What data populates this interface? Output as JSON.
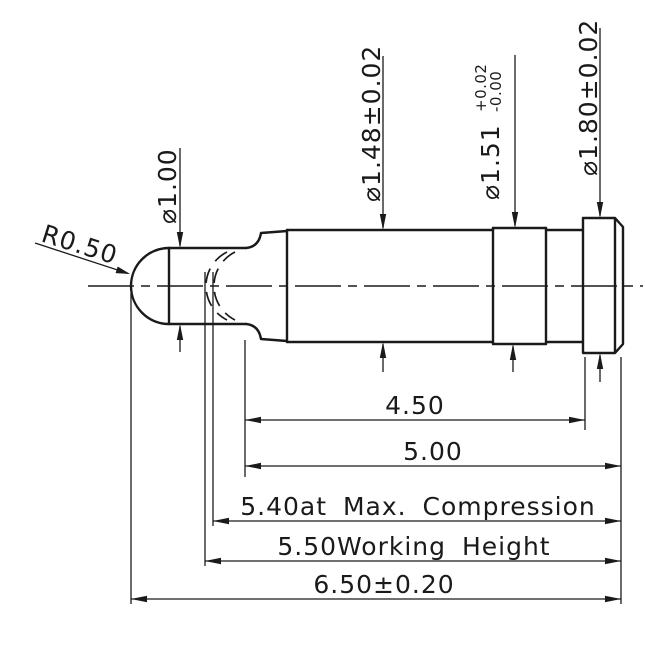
{
  "drawing": {
    "background": "#ffffff",
    "line_color": "#1a1a1a",
    "radius_label": "R0.50",
    "diameters": {
      "plunger": "⌀1.00",
      "barrel": "⌀1.48±0.02",
      "ring": "⌀1.51",
      "ring_tol_upper": "+0.02",
      "ring_tol_lower": "-0.00",
      "flange": "⌀1.80±0.02"
    },
    "lengths": {
      "barrel_to_flange_front": "4.50",
      "barrel_to_flange_back": "5.00",
      "max_compression": "5.40at Max. Compression",
      "working_height": "5.50Working Height",
      "overall": "6.50±0.20"
    }
  }
}
